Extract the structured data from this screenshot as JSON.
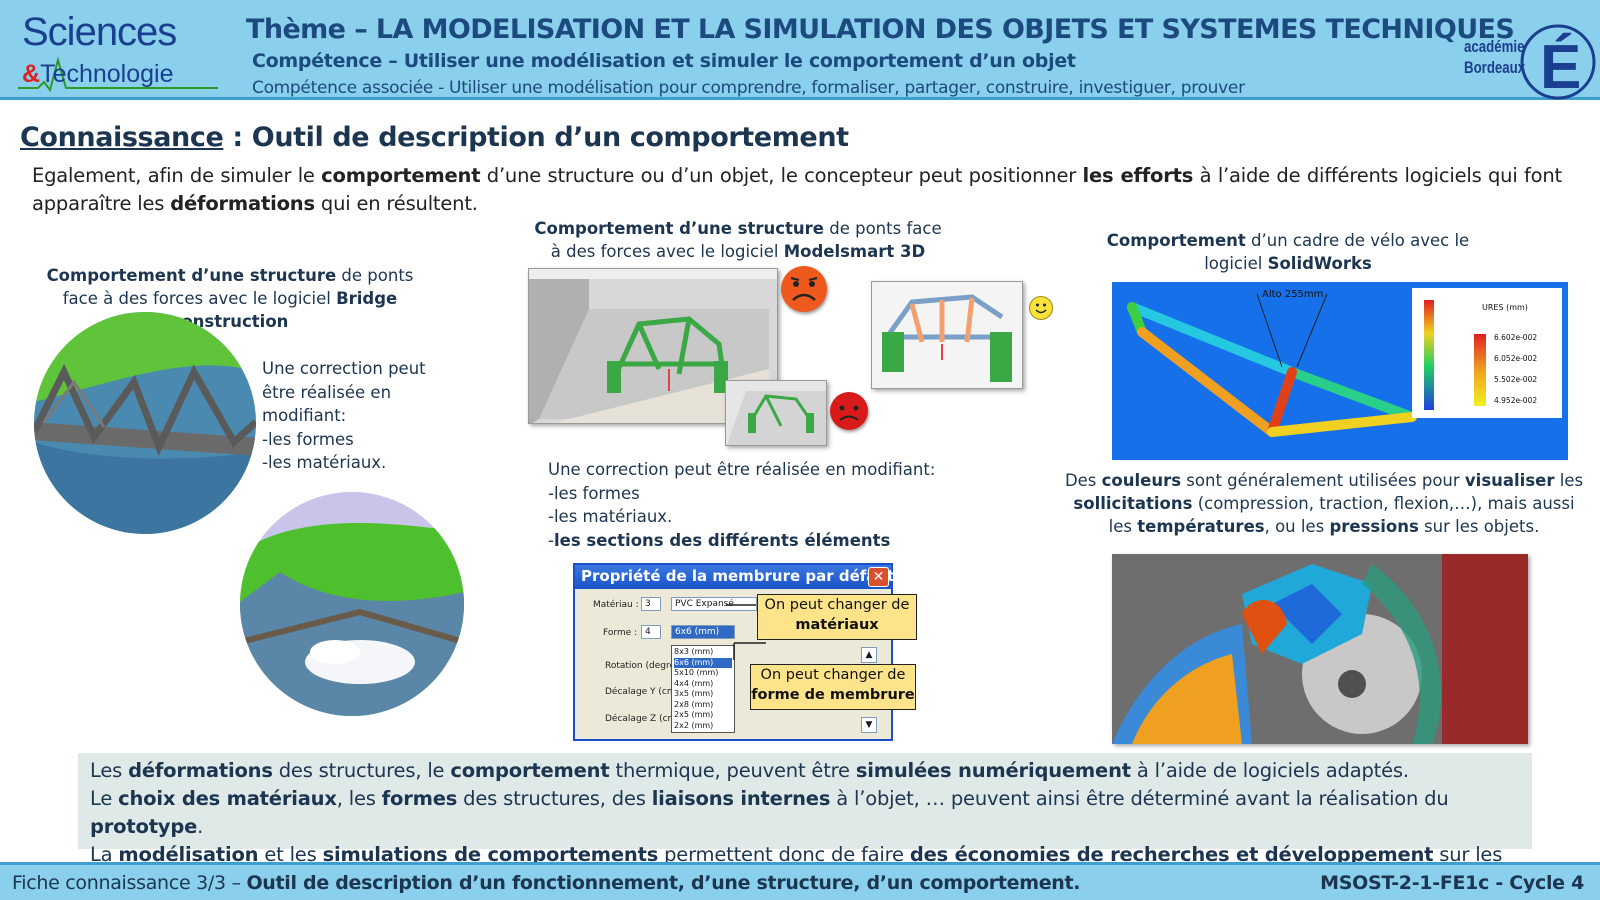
{
  "header": {
    "logo_left_line1": "Sciences",
    "logo_left_amp": "&",
    "logo_left_line2": "Technologie",
    "theme": "Thème – LA MODELISATION ET LA SIMULATION DES OBJETS ET SYSTEMES TECHNIQUES",
    "competence": "Compétence – Utiliser une modélisation et simuler le comportement d’un objet",
    "competence_associee": "Compétence associée - Utiliser une modélisation pour comprendre, formaliser, partager, construire, investiguer, prouver",
    "logo_right_line1": "académie",
    "logo_right_line2": "Bordeaux",
    "logo_right_letter": "É"
  },
  "title": {
    "underlined": "Connaissance",
    "rest": " : Outil de description d’un comportement"
  },
  "intro": {
    "p1": "Egalement, afin de simuler le ",
    "b1": "comportement",
    "p2": " d’une structure ou d’un objet, le concepteur peut positionner ",
    "b2": "les efforts",
    "p3": " à l’aide de différents logiciels qui font apparaître les ",
    "b3": "déformations",
    "p4": " qui en résultent."
  },
  "bridge": {
    "cap_b1": "Comportement d’une structure",
    "cap_p1": " de ponts face à des forces avec le logiciel ",
    "cap_b2": "Bridge construction",
    "corr_l1": "Une correction peut",
    "corr_l2": "être réalisée en",
    "corr_l3": "modifiant:",
    "corr_l4": "-les formes",
    "corr_l5": "-les matériaux."
  },
  "modelsmart": {
    "cap_b1": "Comportement d’une structure",
    "cap_p1": " de ponts face à des forces avec le logiciel ",
    "cap_b2": "Modelsmart 3D",
    "corr_l1": "Une correction peut être réalisée en modifiant:",
    "corr_l2": "-les formes",
    "corr_l3": "-les matériaux.",
    "corr_l4_prefix": "-",
    "corr_l4_bold": "les sections des différents éléments"
  },
  "dialog": {
    "title": "Propriété de la membrure par défaut",
    "close": "✕",
    "materiau_label": "Matériau :",
    "materiau_num": "3",
    "materiau_value": "PVC Expansé",
    "forme_label": "Forme :",
    "forme_num": "4",
    "forme_value": "6x6 (mm)",
    "rotation_label": "Rotation (degrés)",
    "decalage_y_label": "Décalage Y (cm)",
    "decalage_z_label": "Décalage Z (cm)",
    "options": [
      "8x3 (mm)",
      "6x6 (mm)",
      "5x10 (mm)",
      "4x4 (mm)",
      "3x5 (mm)",
      "2x8 (mm)",
      "2x5 (mm)",
      "2x2 (mm)"
    ],
    "callout1_l1": "On peut changer de",
    "callout1_l2": "matériaux",
    "callout2_l1": "On peut changer de",
    "callout2_l2": "forme de membrure"
  },
  "solidworks": {
    "cap_b1": "Comportement",
    "cap_p1": " d’un cadre de vélo avec le logiciel ",
    "cap_b2": "SolidWorks",
    "alto": "Alto 255mm",
    "legend_title": "URES (mm)",
    "legend_values": [
      "6.602e-002",
      "6.052e-002",
      "5.502e-002",
      "4.952e-002"
    ],
    "colors_p1": "Des ",
    "colors_b1": "couleurs",
    "colors_p2": " sont généralement utilisées pour ",
    "colors_b2": "visualiser",
    "colors_p3": " les ",
    "colors_b3": "sollicitations",
    "colors_p4": " (compression, traction, flexion,…), mais aussi les ",
    "colors_b4": "températures",
    "colors_p5": ", ou les ",
    "colors_b5": "pressions",
    "colors_p6": " sur les objets."
  },
  "summary": {
    "l1_a": "Les ",
    "l1_b": "déformations",
    "l1_c": " des structures, le ",
    "l1_d": "comportement",
    "l1_e": " thermique, peuvent être ",
    "l1_f": "simulées numériquement",
    "l1_g": " à l’aide de logiciels adaptés.",
    "l2_a": "Le ",
    "l2_b": "choix des matériaux",
    "l2_c": ", les ",
    "l2_d": "formes",
    "l2_e": " des structures, des ",
    "l2_f": "liaisons internes",
    "l2_g": " à l’objet, … peuvent ainsi être déterminé avant la réalisation du ",
    "l2_h": "prototype",
    "l2_i": ".",
    "l3_a": "La ",
    "l3_b": "modélisation",
    "l3_c": " et les ",
    "l3_d": "simulations de comportements",
    "l3_e": " permettent donc de faire ",
    "l3_f": "des économies de recherches et développement",
    "l3_g": " sur les produits."
  },
  "footer": {
    "left_plain": "Fiche connaissance 3/3 – ",
    "left_bold": "Outil de description d’un fonctionnement, d’une structure, d’un comportement.",
    "right": "MSOST-2-1-FE1c - Cycle 4"
  },
  "colors": {
    "header_bg": "#8ad0ec",
    "title_blue": "#1c4a7e",
    "summary_bg": "#dfe9e8",
    "callout_bg": "#fde48a"
  },
  "icons": [
    "sad-face-icon",
    "happy-face-icon",
    "close-icon",
    "chevron-up-icon",
    "chevron-down-icon"
  ]
}
